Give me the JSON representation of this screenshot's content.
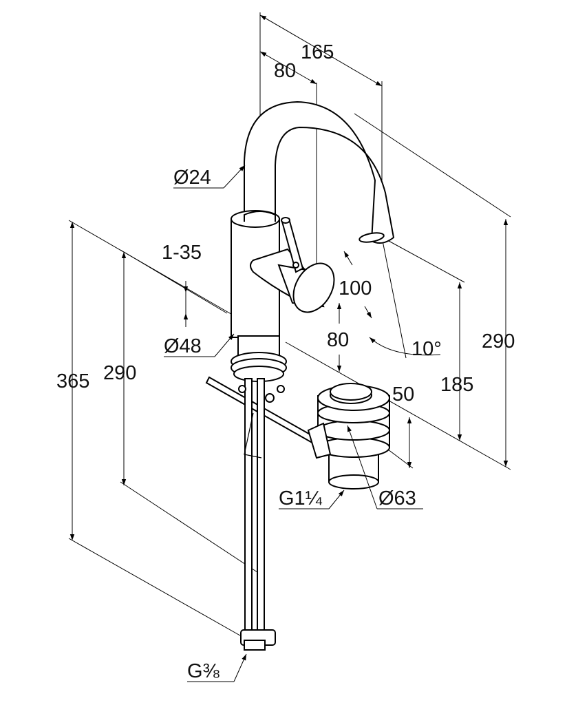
{
  "drawing": {
    "dimensions": {
      "width_total": "165",
      "spout_offset": "80",
      "spout_diameter": "Ø24",
      "adjust_range": "1-35",
      "lever_clearance": "100",
      "body_diameter": "Ø48",
      "handle_height": "80",
      "spout_angle": "10°",
      "height_total_right": "290",
      "spout_height": "185",
      "drain_height": "50",
      "height_total_left": "365",
      "hose_length": "290",
      "drain_thread": "G1¼",
      "drain_diameter": "Ø63",
      "hose_thread": "G⅜"
    }
  }
}
